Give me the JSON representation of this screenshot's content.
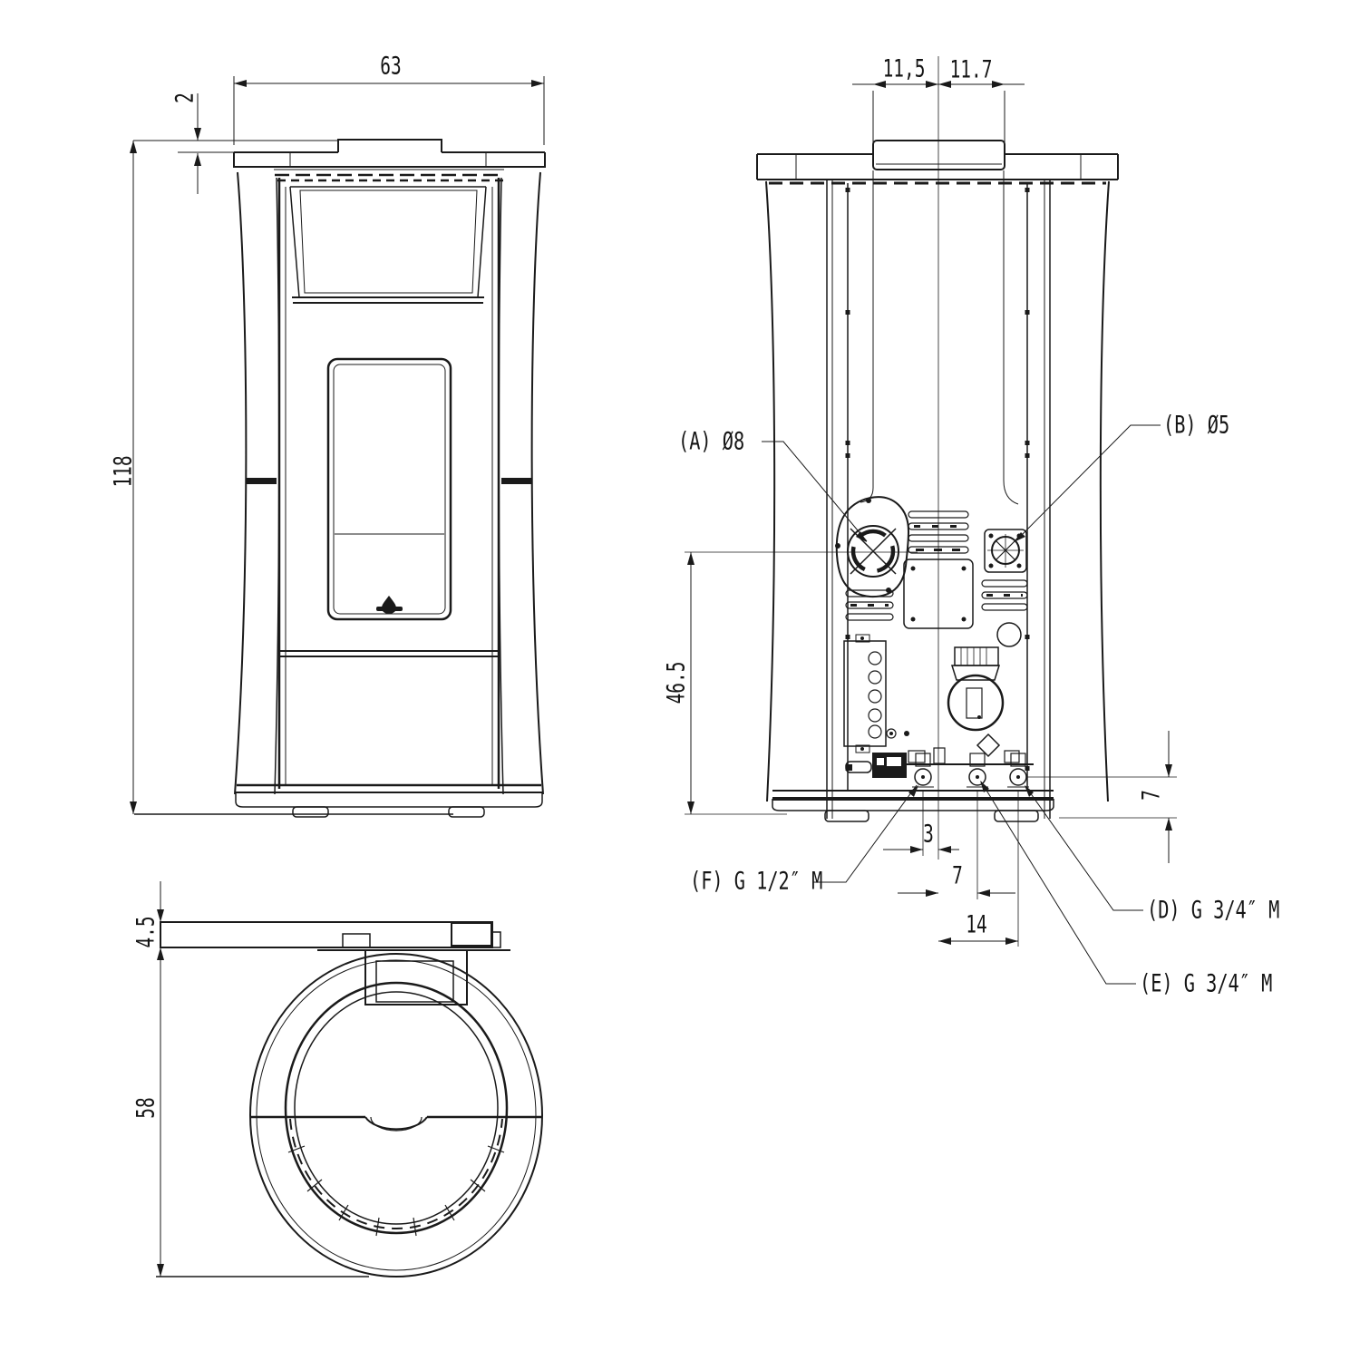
{
  "meta": {
    "drawing_type": "technical dimensional drawing",
    "subject": "hydro pellet stove - front, rear and top views",
    "line_color": "#1a1a1a",
    "background_color": "#ffffff"
  },
  "views": {
    "front": {
      "dim_width": "63",
      "dim_cap_height": "2",
      "dim_total_height": "118"
    },
    "rear": {
      "dim_flue_offset_left": "11,5",
      "dim_flue_offset_right": "11.7",
      "dim_flue_center_height": "46.5",
      "dim_connection_height": "7",
      "dim_f_to_center": "3",
      "dim_center_to_e": "7",
      "dim_center_to_d": "14",
      "port_a": "(A) Ø8",
      "port_b": "(B) Ø5",
      "port_f": "(F) G 1/2″ M",
      "port_d": "(D) G 3/4″ M",
      "port_e": "(E) G 3/4″ M"
    },
    "top": {
      "dim_plate_thickness": "4.5",
      "dim_depth": "58"
    }
  }
}
